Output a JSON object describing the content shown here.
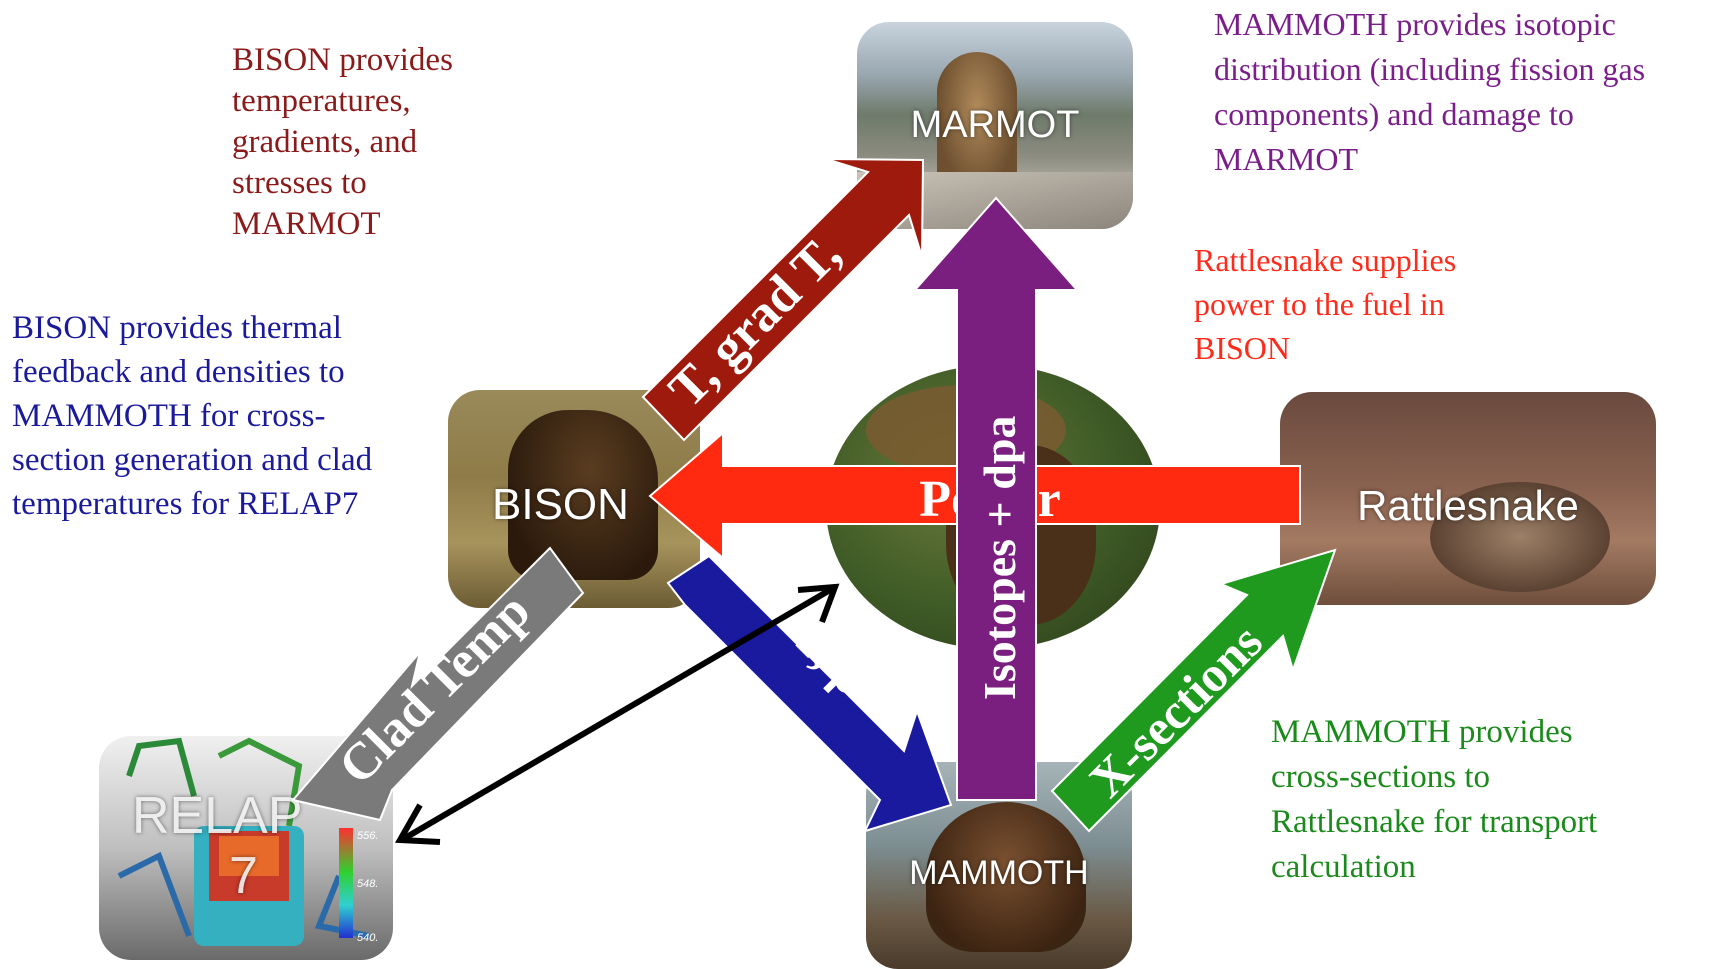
{
  "captions": {
    "bison_marmot": "BISON provides\ntemperatures,\ngradients, and\nstresses to\nMARMOT",
    "mammoth_marmot": "MAMMOTH provides isotopic\ndistribution (including fission gas\ncomponents) and damage to\nMARMOT",
    "rattlesnake_bison": "Rattlesnake supplies\npower to the fuel in\nBISON",
    "bison_mammoth": "BISON provides thermal\nfeedback and densities to\nMAMMOTH for cross-\nsection generation and clad\ntemperatures for RELAP7",
    "mammoth_rattlesnake": "MAMMOTH provides\ncross-sections to\nRattlesnake for transport\ncalculation"
  },
  "apps": {
    "marmot": "MARMOT",
    "bison": "BISON",
    "rattlesnake": "Rattlesnake",
    "mammoth": "MAMMOTH",
    "relap_line1": "RELAP",
    "relap_line2": "7"
  },
  "arrows": {
    "t_grad": "T, grad T,",
    "power": "Power",
    "isotopes": "Isotopes + dpa",
    "t_rho": "T, ρ",
    "x_sections": "X-sections",
    "clad_temp": "Clad Temp"
  },
  "scale_ticks": [
    "556.",
    "548.",
    "540."
  ],
  "colors": {
    "bison_text": "#8b1a1a",
    "mammoth_text": "#7a1f8a",
    "rattlesnake_text": "#ff2a1a",
    "bison_blue_text": "#1a1a9a",
    "mammoth_green_text": "#1a8a1a",
    "arrow_red": "#9e1a0c",
    "arrow_power": "#ff2a10",
    "arrow_purple": "#7a1f7f",
    "arrow_blue": "#1a1a9e",
    "arrow_green": "#1f9a1f",
    "arrow_gray": "#7a7a7a"
  }
}
